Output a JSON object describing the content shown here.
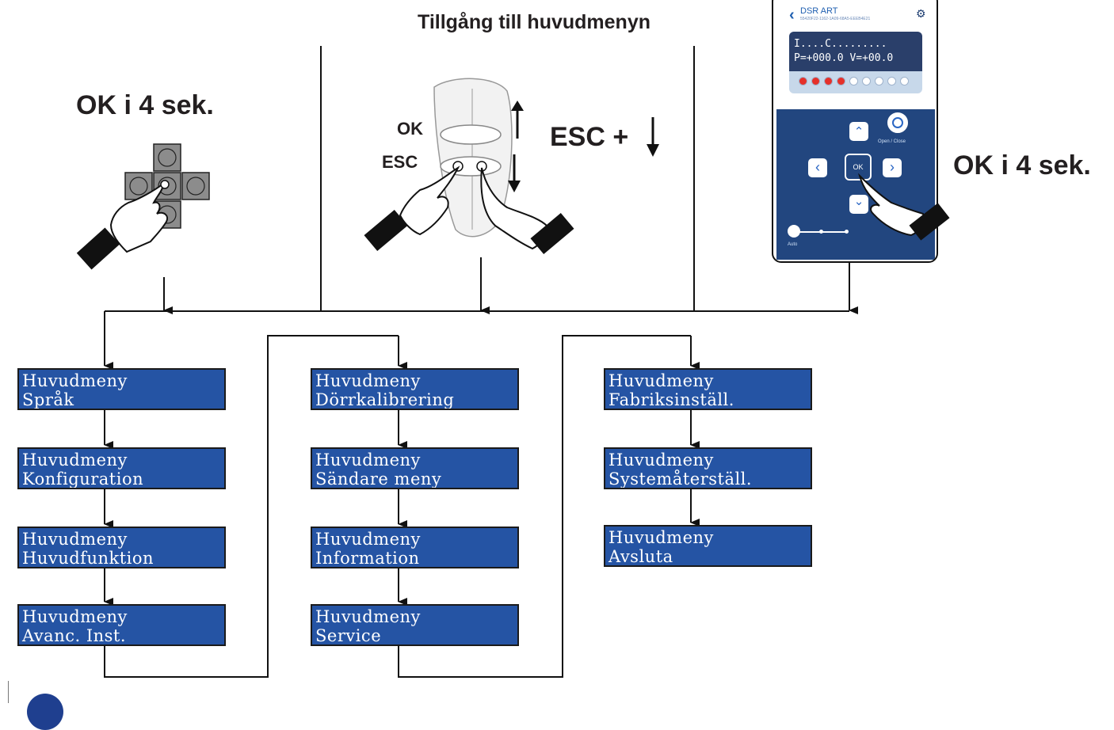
{
  "header": {
    "title": "Tillgång till huvudmenyn",
    "ok_left": "OK i 4 sek.",
    "ok_right": "OK i 4 sek.",
    "esc_combo": "ESC +"
  },
  "remote": {
    "ok_label": "OK",
    "esc_label": "ESC"
  },
  "phone": {
    "device_name": "DSR ART",
    "device_id": "55420F22-1162-1A09-68A5-EEEB4E21",
    "lcd_line1": "I....C.........",
    "lcd_line2": "P=+000.0 V=+00.0",
    "leds_on": 4,
    "leds_total": 9,
    "open_close_label": "Open / Close",
    "ok_button": "OK",
    "auto_label": "Auto",
    "colors": {
      "panel": "#22467f",
      "lcd": "#2a3f6a",
      "led_on": "#e5302a"
    }
  },
  "menu": {
    "column1": [
      {
        "line1": "Huvudmeny",
        "line2": "Språk"
      },
      {
        "line1": "Huvudmeny",
        "line2": "Konfiguration"
      },
      {
        "line1": "Huvudmeny",
        "line2": "Huvudfunktion"
      },
      {
        "line1": "Huvudmeny",
        "line2": "Avanc. Inst."
      }
    ],
    "column2": [
      {
        "line1": "Huvudmeny",
        "line2": "Dörrkalibrering"
      },
      {
        "line1": "Huvudmeny",
        "line2": "Sändare meny"
      },
      {
        "line1": "Huvudmeny",
        "line2": "Information"
      },
      {
        "line1": "Huvudmeny",
        "line2": "Service"
      }
    ],
    "column3": [
      {
        "line1": "Huvudmeny",
        "line2": "Fabriksinställ."
      },
      {
        "line1": "Huvudmeny",
        "line2": "Systemåterställ."
      },
      {
        "line1": "Huvudmeny",
        "line2": "Avsluta"
      }
    ],
    "box_color": "#2554a4"
  }
}
